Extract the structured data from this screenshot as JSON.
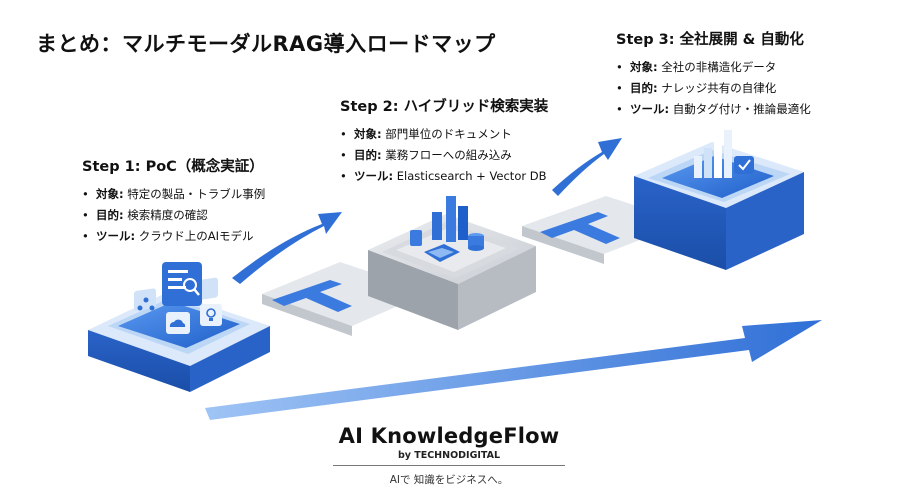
{
  "title": "まとめ：マルチモーダルRAG導入ロードマップ",
  "steps": [
    {
      "title": "Step 1: PoC（概念実証）",
      "items": [
        {
          "key": "対象:",
          "value": " 特定の製品・トラブル事例"
        },
        {
          "key": "目的:",
          "value": " 検索精度の確認"
        },
        {
          "key": "ツール:",
          "value": " クラウド上のAIモデル"
        }
      ]
    },
    {
      "title": "Step 2: ハイブリッド検索実装",
      "items": [
        {
          "key": "対象:",
          "value": " 部門単位のドキュメント"
        },
        {
          "key": "目的:",
          "value": " 業務フローへの組み込み"
        },
        {
          "key": "ツール:",
          "value": " Elasticsearch + Vector DB"
        }
      ]
    },
    {
      "title": "Step 3: 全社展開 & 自動化",
      "items": [
        {
          "key": "対象:",
          "value": " 全社の非構造化データ"
        },
        {
          "key": "目的:",
          "value": " ナレッジ共有の自律化"
        },
        {
          "key": "ツール:",
          "value": " 自動タグ付け・推論最適化"
        }
      ]
    }
  ],
  "brand": {
    "name": "AI KnowledgeFlow",
    "by": "by TECHNODIGITAL",
    "tagline": "AIで 知識をビジネスへ。"
  },
  "colors": {
    "blue": "#2f6fd6",
    "light_blue": "#cfe2f7",
    "gray": "#b9bec6",
    "dark_gray": "#8e949c"
  }
}
